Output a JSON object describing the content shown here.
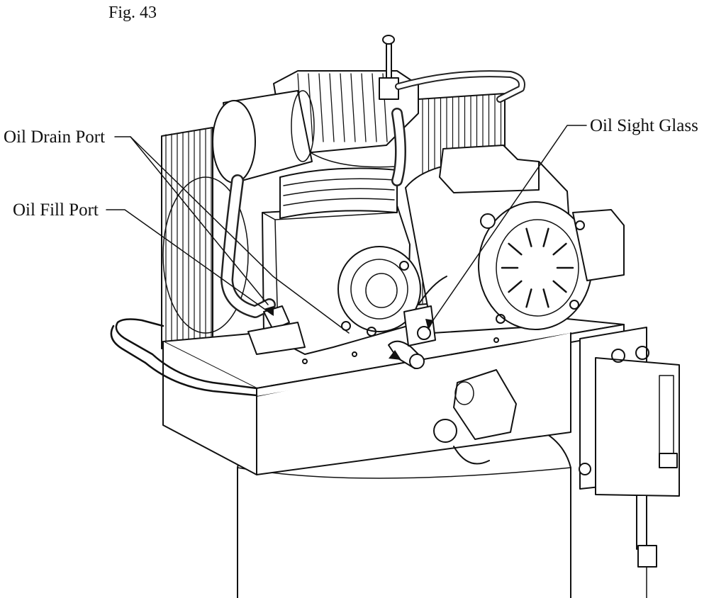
{
  "figure": {
    "caption": "Fig. 43"
  },
  "callouts": [
    {
      "id": "oil-drain-port",
      "label": "Oil Drain Port"
    },
    {
      "id": "oil-fill-port",
      "label": "Oil Fill Port"
    },
    {
      "id": "oil-sight-glass",
      "label": "Oil Sight Glass"
    }
  ]
}
